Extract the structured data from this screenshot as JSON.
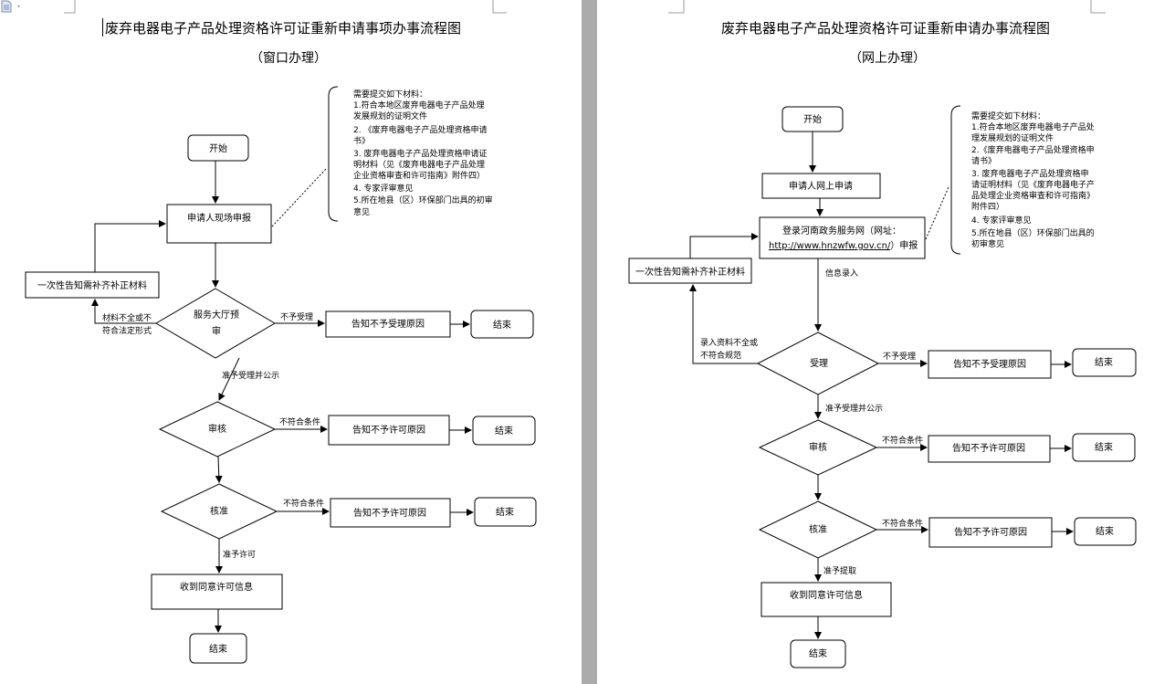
{
  "left": {
    "title": "废弃电器电子产品处理资格许可证重新申请事项办事流程图",
    "subtitle": "（窗口办理）",
    "start": "开始",
    "apply": "申请人现场申报",
    "supplement": "一次性告知需补齐补正材料",
    "label_incomplete_1": "材料不全或不",
    "label_incomplete_2": "符合法定形式",
    "pre_review_1": "服务大厅预",
    "pre_review_2": "审",
    "label_reject": "不予受理",
    "notice_reject": "告知不予受理原因",
    "end1": "结束",
    "label_accept": "准予受理并公示",
    "review": "审核",
    "label_not_meet1": "不符合条件",
    "notice_no_license1": "告知不予许可原因",
    "end2": "结束",
    "approve": "核准",
    "label_not_meet2": "不符合条件",
    "notice_no_license2": "告知不予许可原因",
    "end3": "结束",
    "label_grant": "准予许可",
    "receive": "收到同意许可信息",
    "end4": "结束",
    "note": [
      "需要提交如下材料：",
      "1.符合本地区废弃电器电子产品处理",
      "发展规划的证明文件",
      "2. 《废弃电器电子产品处理资格申请",
      "书》",
      "3. 废弃电器电子产品处理资格申请证",
      "明材料（见《废弃电器电子产品处理",
      "企业资格审查和许可指南》附件四）",
      "4. 专家评审意见",
      "5.所在地县（区）环保部门出具的初审",
      "意见"
    ]
  },
  "right": {
    "title": "废弃电器电子产品处理资格许可证重新申请办事流程图",
    "subtitle": "（网上办理）",
    "start": "开始",
    "apply": "申请人网上申请",
    "portal_1": "登录河南政务服务网（网址：",
    "portal_url": "http://www.hnzwfw.gov.cn/",
    "portal_2": "）申报",
    "supplement": "一次性告知需补齐补正材料",
    "label_entry": "信息录入",
    "label_incomplete_1": "录入资料不全或",
    "label_incomplete_2": "不符合规范",
    "accept": "受理",
    "label_reject": "不予受理",
    "notice_reject": "告知不予受理原因",
    "end1": "结束",
    "label_accept": "准予受理并公示",
    "review": "审核",
    "label_not_meet1": "不符合条件",
    "notice_no_license1": "告知不予许可原因",
    "end2": "结束",
    "approve": "核准",
    "label_not_meet2": "不符合条件",
    "notice_no_license2": "告知不予许可原因",
    "end3": "结束",
    "label_grant": "准予提取",
    "receive": "收到同意许可信息",
    "end4": "结束",
    "note": [
      "需要提交如下材料：",
      "1.符合本地区废弃电器电子产品处",
      "理发展规划的证明文件",
      "2.《废弃电器电子产品处理资格申",
      "请书》",
      "3. 废弃电器电子产品处理资格申",
      "请证明材料（见《废弃电器电子产",
      "品处理企业资格审查和许可指南》",
      "附件四）",
      "4. 专家评审意见",
      "5.所在地县（区）环保部门出具的",
      "初审意见"
    ]
  },
  "icons": {
    "doc": "document-icon"
  }
}
